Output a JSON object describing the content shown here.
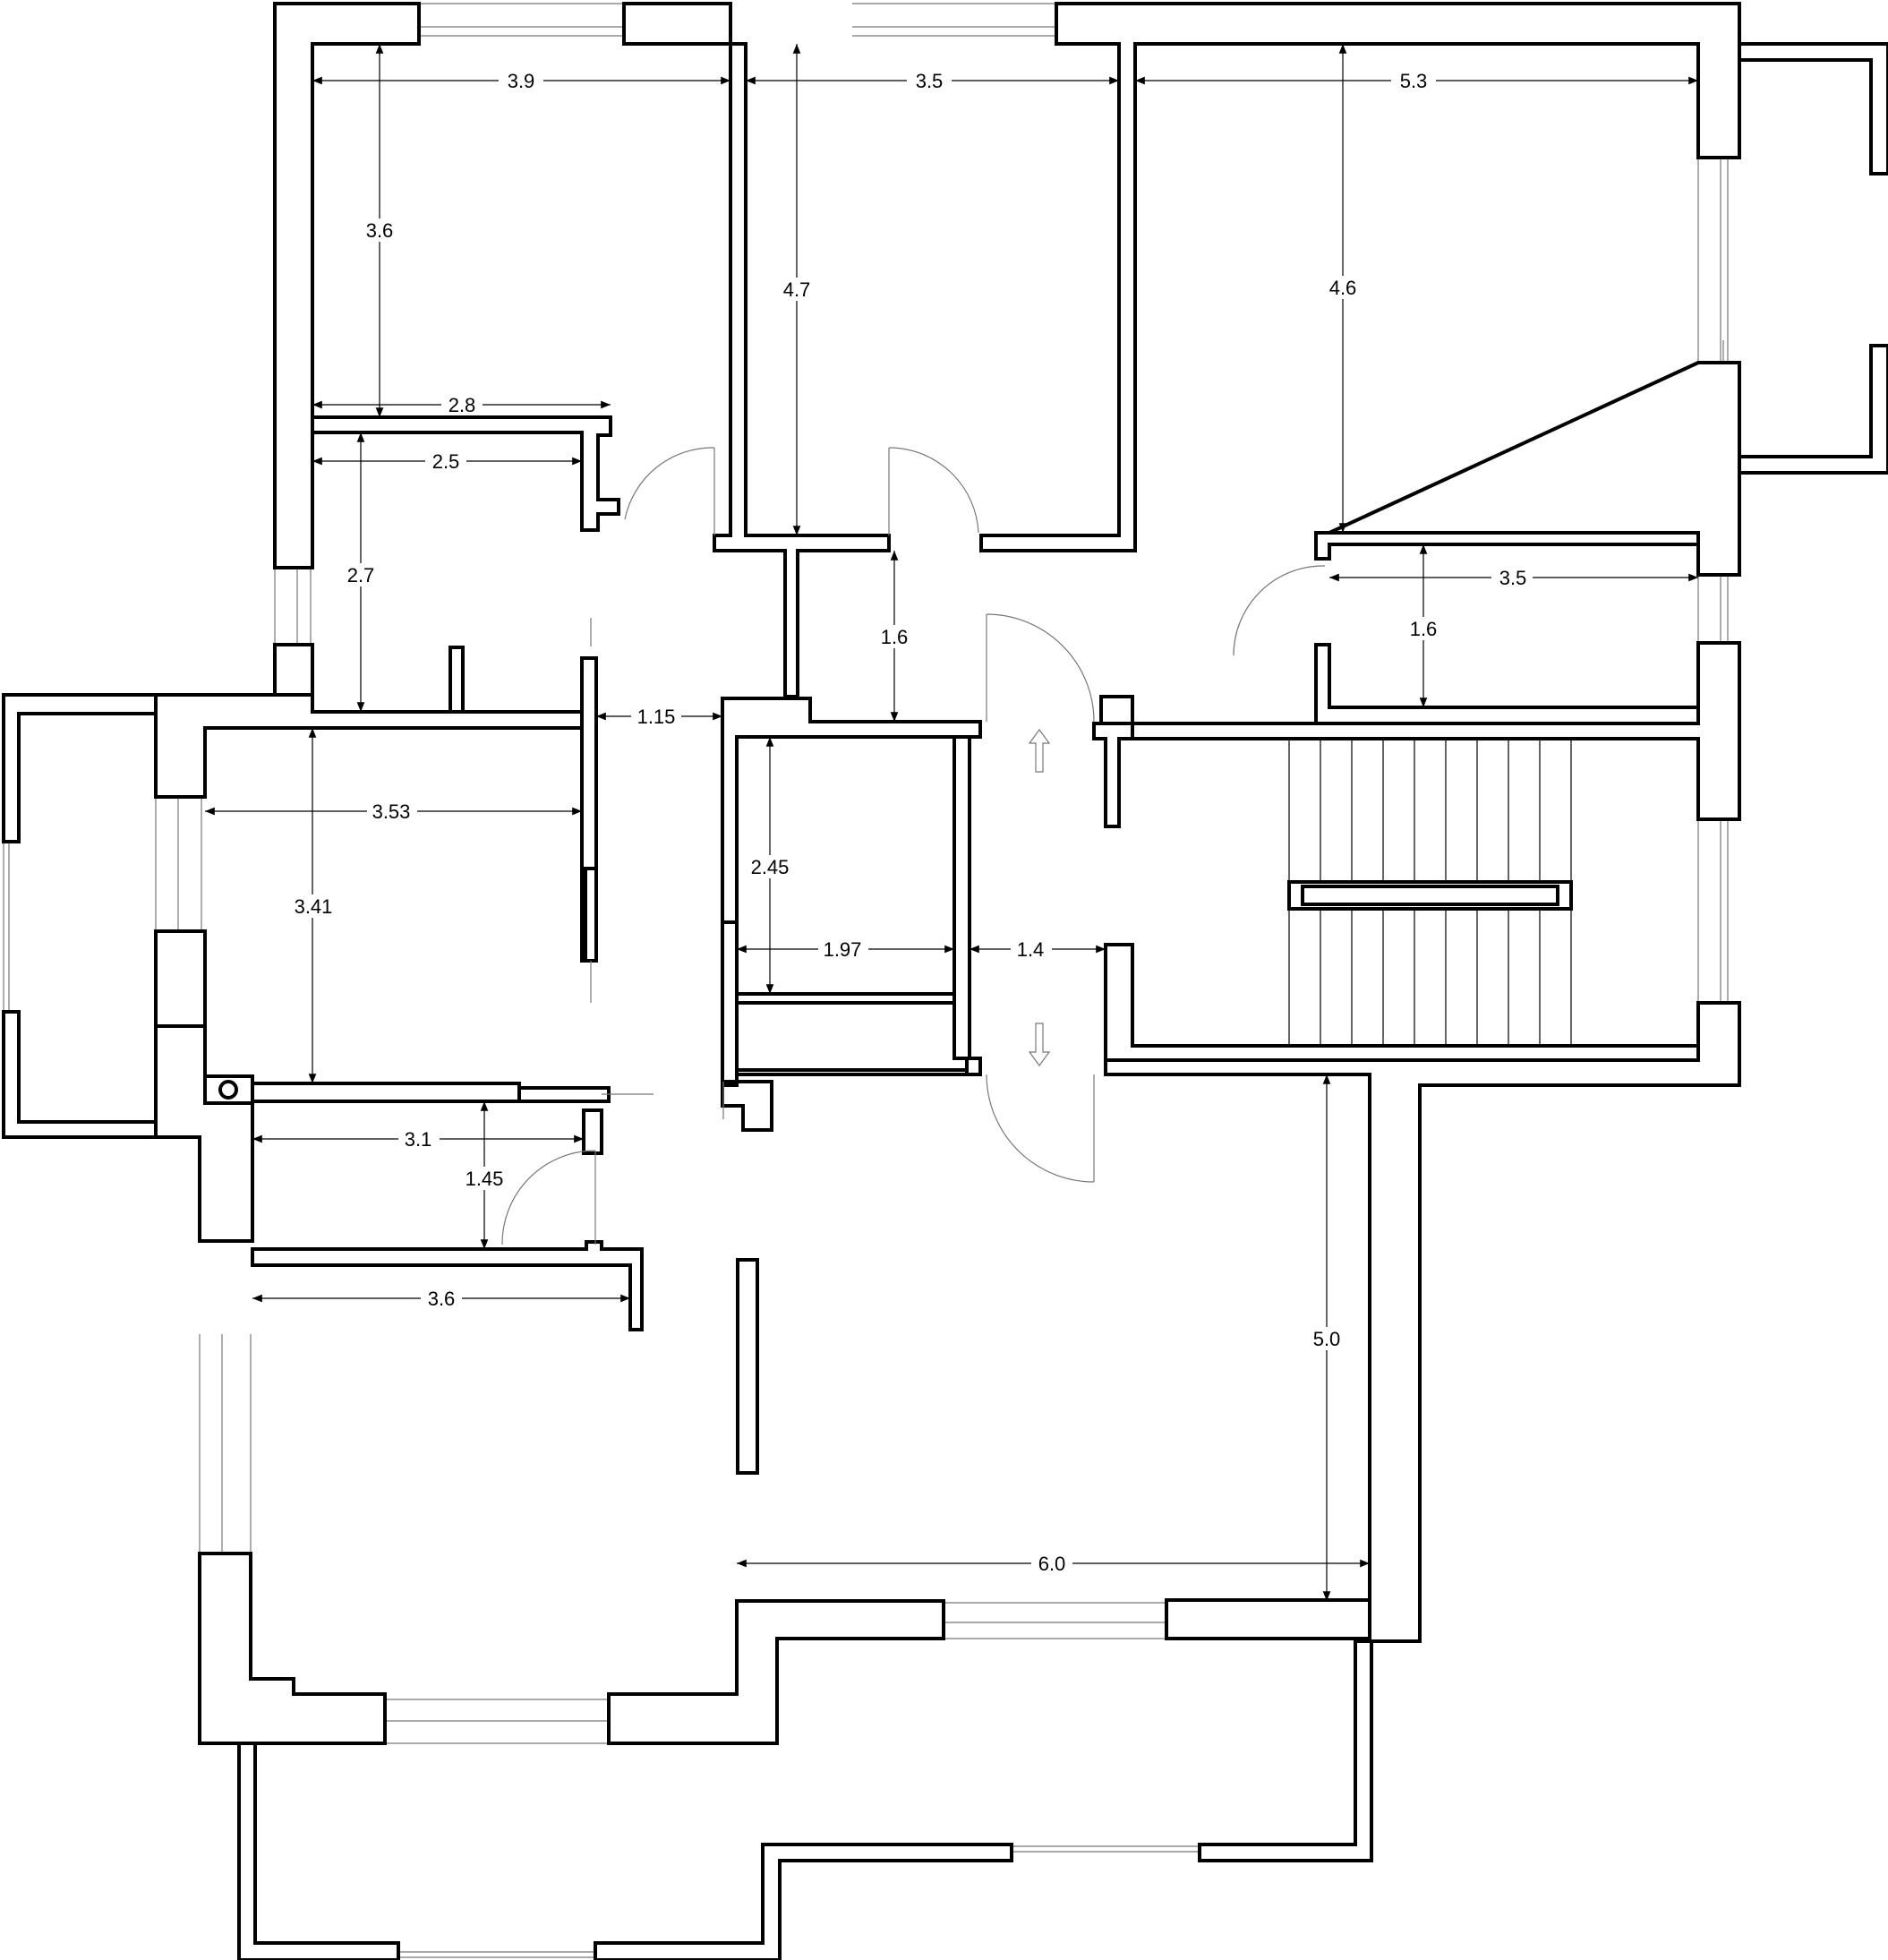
{
  "plan": {
    "colors": {
      "wall": "#000000",
      "background": "#ffffff",
      "window": "#777777"
    },
    "dimensions": {
      "d1": "3.9",
      "d2": "3.5",
      "d3": "5.3",
      "d4": "3.6",
      "d5": "4.7",
      "d6": "4.6",
      "d7": "2.8",
      "d8": "2.5",
      "d9": "2.7",
      "d10": "1.6",
      "d11": "3.5",
      "d12": "1.6",
      "d13": "1.15",
      "d14": "3.53",
      "d15": "3.41",
      "d16": "2.45",
      "d17": "1.97",
      "d18": "1.4",
      "d19": "3.1",
      "d20": "1.45",
      "d21": "3.6",
      "d22": "5.0",
      "d23": "6.0"
    },
    "icons": {
      "up_arrow": "arrow-up-icon",
      "down_arrow": "arrow-down-icon",
      "fixture": "circle-fixture-icon"
    }
  }
}
